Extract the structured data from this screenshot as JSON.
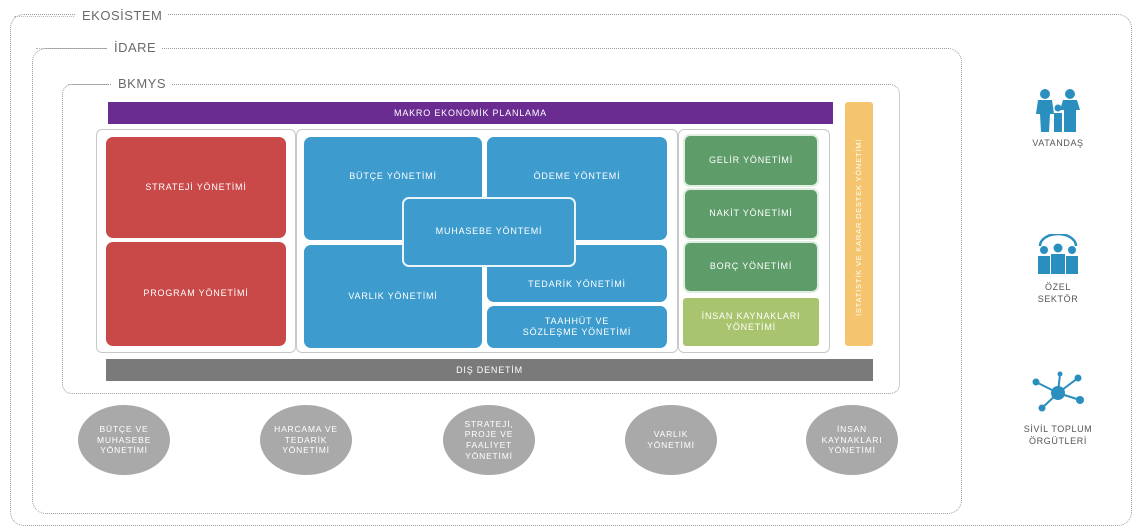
{
  "frames": {
    "ekosistem": "EKOSİSTEM",
    "idare": "İDARE",
    "bkmys": "BKMYS"
  },
  "bars": {
    "top": "MAKRO EKONOMİK PLANLAMA",
    "bottom": "DIŞ DENETİM",
    "side": "İSTATİSTİK VE KARAR DESTEK YÖNETİMİ"
  },
  "red_modules": [
    "STRATEJİ YÖNETİMİ",
    "PROGRAM YÖNETİMİ"
  ],
  "blue_modules": {
    "budget": "BÜTÇE YÖNETİMİ",
    "payment": "ÖDEME YÖNTEMİ",
    "accounting": "MUHASEBE YÖNTEMİ",
    "asset": "VARLIK YÖNETİMİ",
    "procurement": "TEDARİK YÖNETİMİ",
    "contract": "TAAHHÜT VE SÖZLEŞME YÖNETİMİ"
  },
  "green_modules": [
    "GELİR YÖNETİMİ",
    "NAKİT YÖNETİMİ",
    "BORÇ YÖNETİMİ"
  ],
  "hr_module": "İNSAN KAYNAKLARI YÖNETİMİ",
  "circles": [
    "BÜTÇE VE MUHASEBE YÖNETİMİ",
    "HARCAMA VE TEDARİK YÖNETİMİ",
    "STRATEJİ, PROJE VE FAALİYET YÖNETİMİ",
    "VARLIK YÖNETİMİ",
    "İNSAN KAYNAKLARI YÖNETİMİ"
  ],
  "stakeholders": [
    {
      "label": "VATANDAŞ",
      "icon": "family-icon"
    },
    {
      "label": "ÖZEL SEKTÖR",
      "icon": "group-icon"
    },
    {
      "label": "SİVİL TOPLUM ÖRGÜTLERİ",
      "icon": "network-icon"
    }
  ],
  "colors": {
    "purple": "#6a2c91",
    "red": "#c94848",
    "blue": "#3d9ccd",
    "green": "#5e9c6a",
    "light_green": "#a9c46e",
    "orange": "#f5c46e",
    "gray_bar": "#7a7a7a",
    "circle": "#a9a9a9",
    "icon_teal": "#2a8fbf"
  }
}
